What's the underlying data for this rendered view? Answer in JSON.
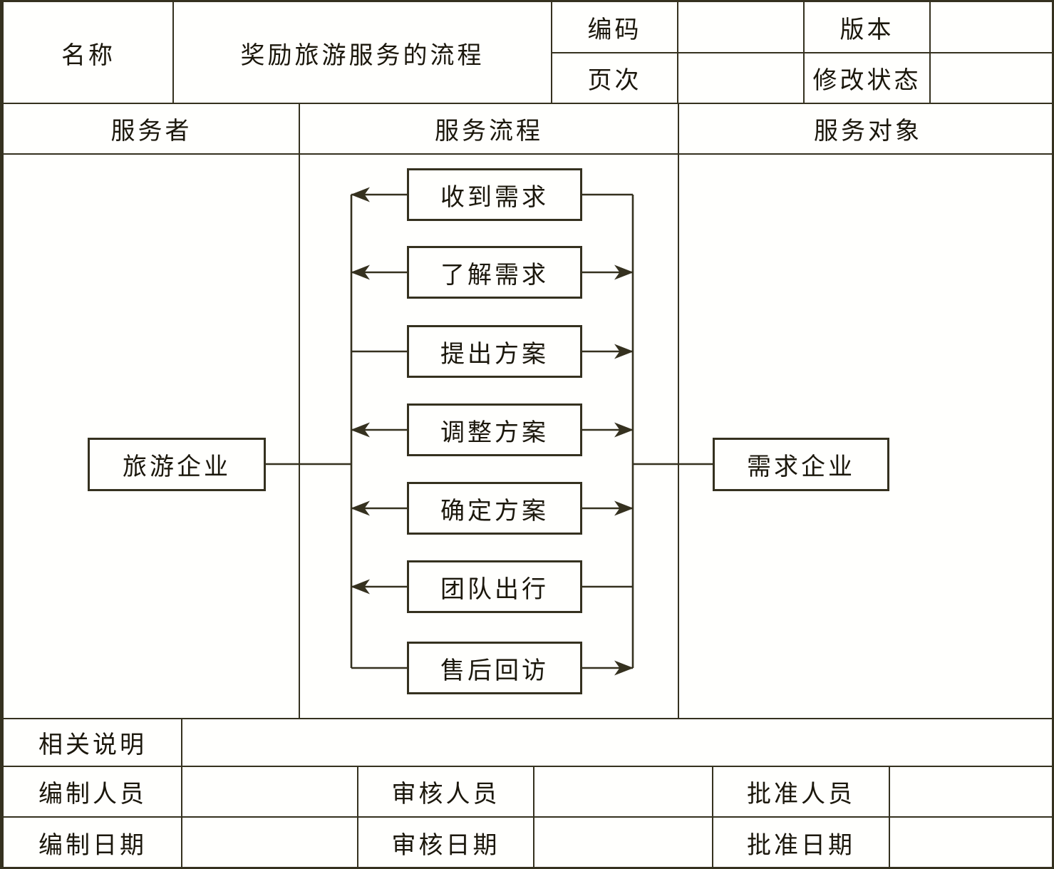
{
  "header": {
    "name_label": "名称",
    "doc_title": "奖励旅游服务的流程",
    "code_label": "编码",
    "code_value": "",
    "version_label": "版本",
    "version_value": "",
    "page_label": "页次",
    "page_value": "",
    "revision_label": "修改状态",
    "revision_value": ""
  },
  "columns": {
    "provider_header": "服务者",
    "process_header": "服务流程",
    "target_header": "服务对象"
  },
  "flowchart": {
    "provider_entity": "旅游企业",
    "target_entity": "需求企业",
    "steps": [
      {
        "label": "收到需求",
        "left_connector": "arrow-to-provider",
        "right_connector": "line"
      },
      {
        "label": "了解需求",
        "left_connector": "arrow-to-provider",
        "right_connector": "arrow-to-target"
      },
      {
        "label": "提出方案",
        "left_connector": "line",
        "right_connector": "arrow-to-target"
      },
      {
        "label": "调整方案",
        "left_connector": "arrow-to-provider",
        "right_connector": "arrow-to-target"
      },
      {
        "label": "确定方案",
        "left_connector": "arrow-to-provider",
        "right_connector": "arrow-to-target"
      },
      {
        "label": "团队出行",
        "left_connector": "arrow-to-provider",
        "right_connector": "line"
      },
      {
        "label": "售后回访",
        "left_connector": "line",
        "right_connector": "arrow-to-target"
      }
    ]
  },
  "footer": {
    "notes_label": "相关说明",
    "notes_value": "",
    "sign_rows": [
      {
        "cells": [
          {
            "label": "编制人员",
            "value": ""
          },
          {
            "label": "审核人员",
            "value": ""
          },
          {
            "label": "批准人员",
            "value": ""
          }
        ]
      },
      {
        "cells": [
          {
            "label": "编制日期",
            "value": ""
          },
          {
            "label": "审核日期",
            "value": ""
          },
          {
            "label": "批准日期",
            "value": ""
          }
        ]
      }
    ]
  },
  "colors": {
    "line": "#35311f",
    "text": "#1b170c",
    "background": "#fffffd"
  }
}
